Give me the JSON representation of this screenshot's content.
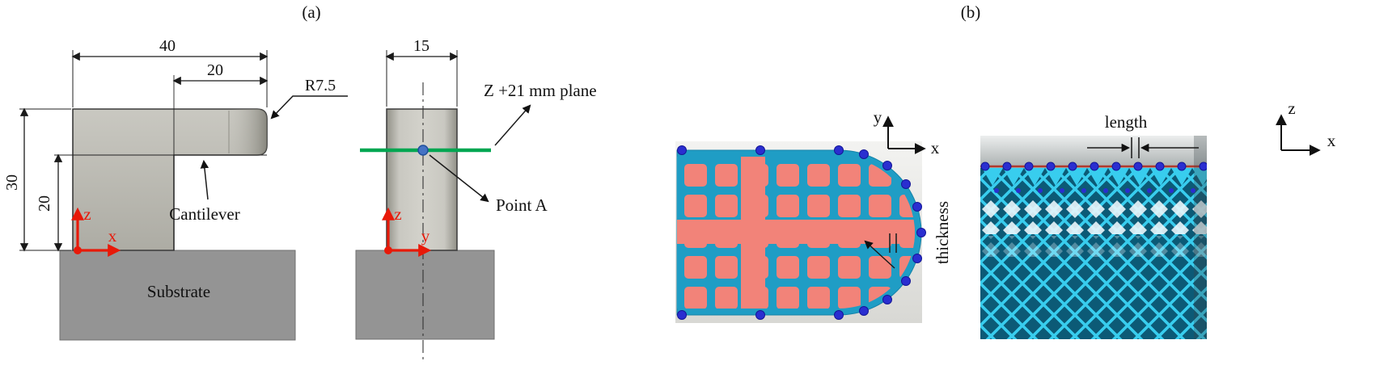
{
  "panel_a": {
    "label": "(a)",
    "front": {
      "dim_width": "40",
      "dim_overhang": "20",
      "radius": "R7.5",
      "dim_height": "30",
      "dim_lower_height": "20",
      "axis_z": "z",
      "axis_x": "x",
      "cantilever": "Cantilever",
      "substrate": "Substrate"
    },
    "side": {
      "dim_width": "15",
      "plane": "Z +21 mm plane",
      "point": "Point A",
      "axis_z": "z",
      "axis_y": "y"
    }
  },
  "panel_b": {
    "label": "(b)",
    "top_view": {
      "axis_y": "y",
      "axis_x": "x",
      "thickness": "thickness"
    },
    "side_view": {
      "length": "length",
      "axis_z": "z",
      "axis_x": "x"
    }
  },
  "colors": {
    "axis_red": "#e81909",
    "plane_green": "#00a651",
    "point_a_blue": "#4472c4",
    "shell_cyan": "#1f9dc5",
    "infill_salmon": "#f28379",
    "vertex_blue": "#2a2ed0",
    "lattice_background_teal": "#0c5a76",
    "lattice_cyan": "#38cdee",
    "part_gray": "#c0bfb8",
    "substrate_gray": "#949494"
  }
}
